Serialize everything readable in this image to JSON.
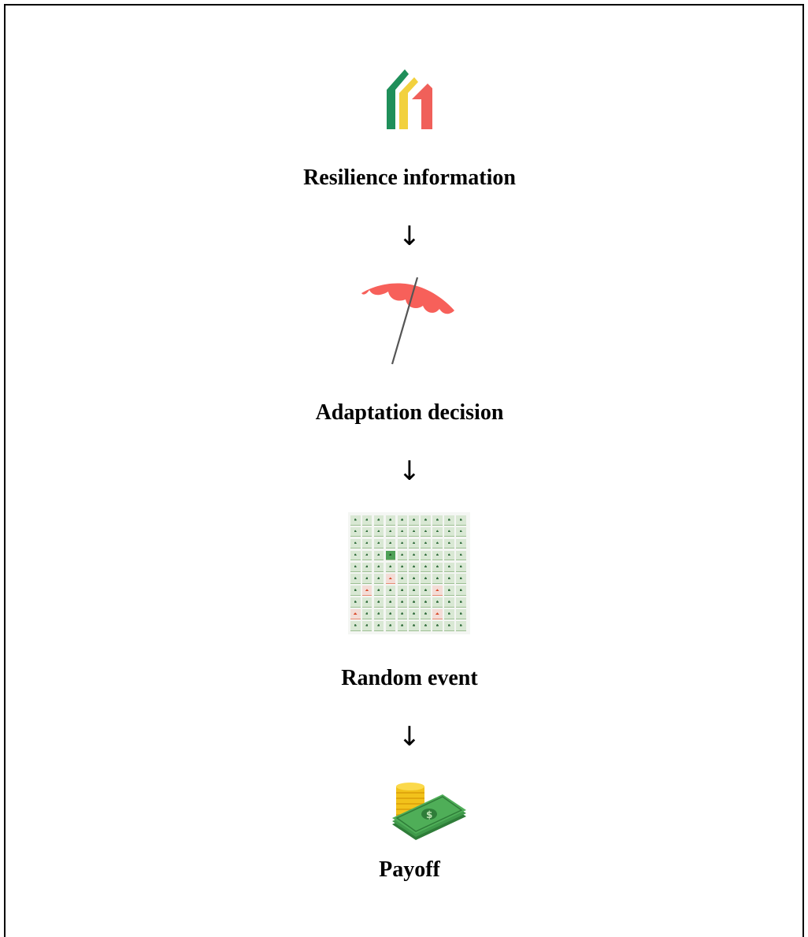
{
  "steps": [
    {
      "label": "Resilience information",
      "icon": "resilience-house-icon"
    },
    {
      "label": "Adaptation decision",
      "icon": "umbrella-icon"
    },
    {
      "label": "Random event",
      "icon": "house-grid-icon"
    },
    {
      "label": "Payoff",
      "icon": "money-icon"
    }
  ],
  "arrow_glyph": "↓",
  "grid": {
    "rows": 10,
    "cols": 10,
    "highlighted_cells": [
      [
        3,
        3
      ]
    ],
    "damaged_cells": [
      [
        5,
        3
      ],
      [
        6,
        1
      ],
      [
        6,
        7
      ],
      [
        8,
        0
      ],
      [
        8,
        7
      ]
    ]
  },
  "colors": {
    "green": "#1f8f5a",
    "yellow": "#f2d13e",
    "red": "#f0605a",
    "umbrella": "#f7605a",
    "coin": "#f2c21b",
    "bill": "#3f9a4a"
  }
}
